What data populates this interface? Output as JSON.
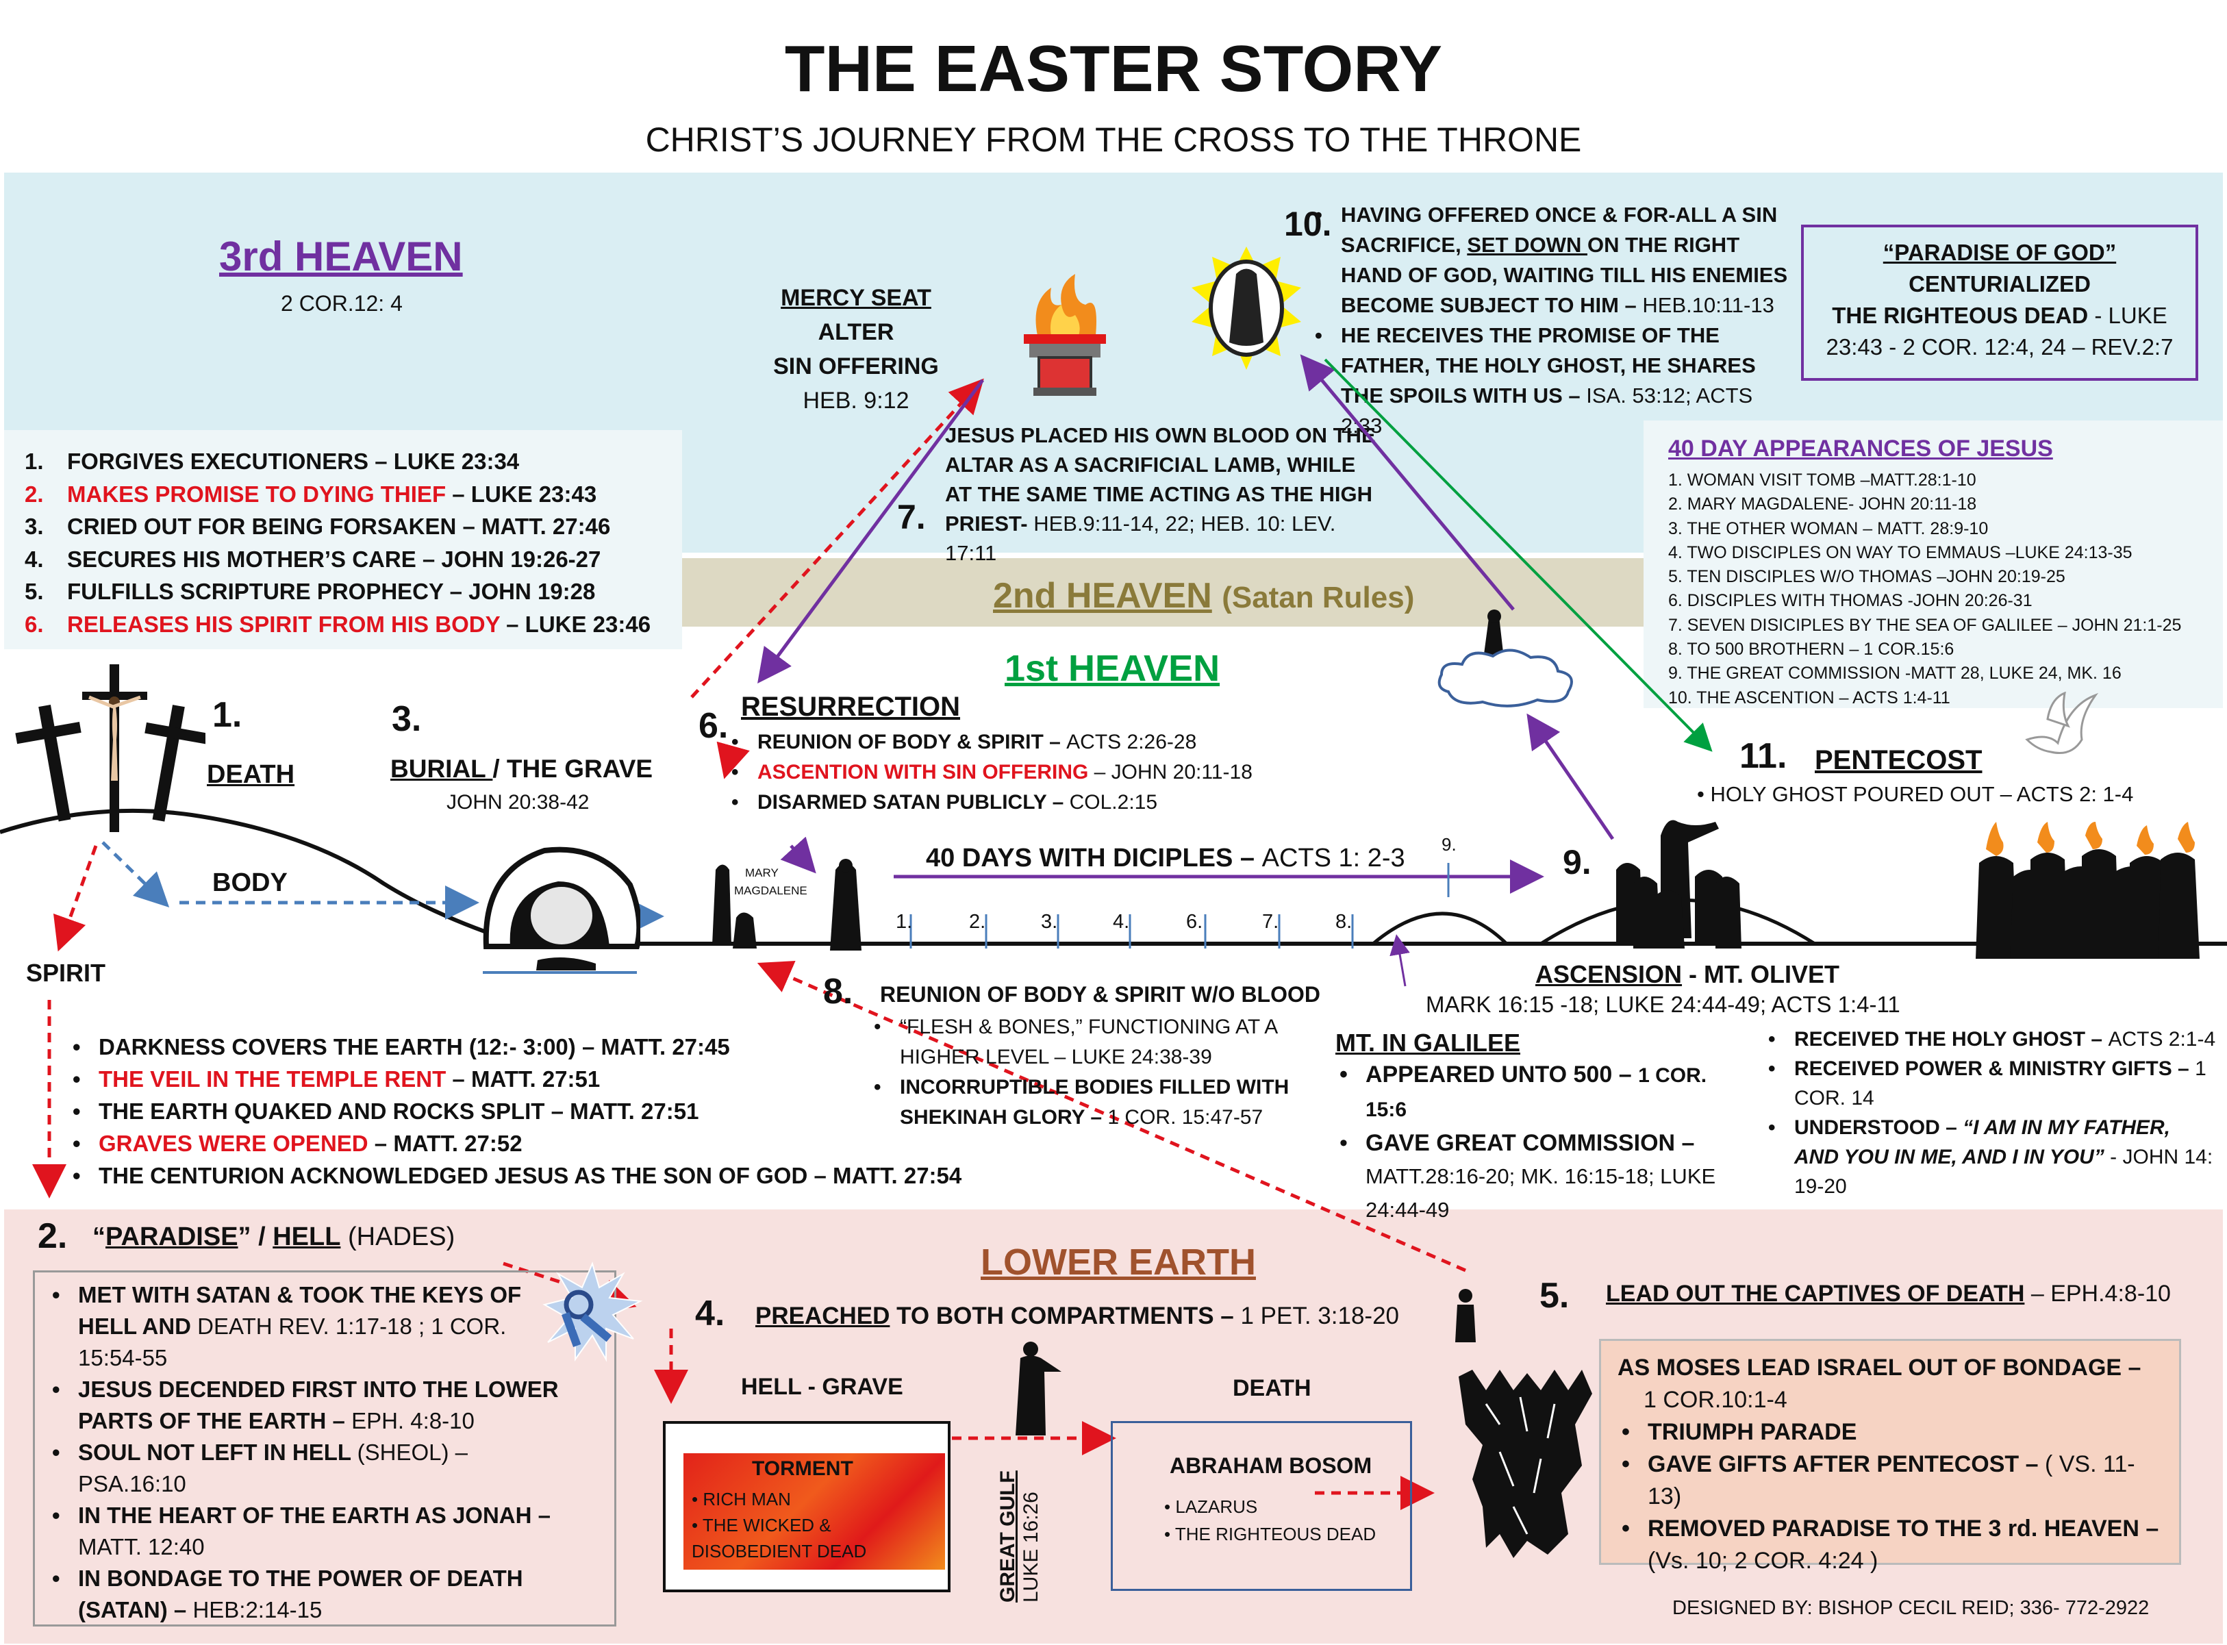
{
  "title": "THE EASTER STORY",
  "subtitle": "CHRIST’S JOURNEY FROM THE CROSS TO THE THRONE",
  "third_heaven": {
    "label": "3rd HEAVEN",
    "ref": "2 COR.12: 4"
  },
  "second_heaven": {
    "label": "2nd HEAVEN",
    "suffix": "(Satan Rules)"
  },
  "first_heaven": {
    "label": "1st HEAVEN"
  },
  "mercy_seat": {
    "line1": "MERCY SEAT",
    "line2": "ALTER",
    "line3": "SIN OFFERING",
    "ref": "HEB. 9:12"
  },
  "step10": {
    "num": "10.",
    "b1": "HAVING OFFERED ONCE & FOR-ALL A SIN SACRIFICE, ",
    "b1u": "SET DOWN ",
    "b1c": "ON THE RIGHT HAND OF GOD, WAITING TILL HIS ENEMIES BECOME SUBJECT TO HIM – ",
    "b1r": "HEB.10:11-13",
    "b2": "HE RECEIVES THE PROMISE OF THE FATHER, THE HOLY GHOST, HE SHARES THE SPOILS WITH US – ",
    "b2r": "ISA. 53:12;  ACTS 2:33"
  },
  "paradise_box": {
    "l1": "“PARADISE OF GOD”",
    "l2": "CENTURIALIZED",
    "l3": "THE RIGHTEOUS DEAD",
    "l3r": " - LUKE",
    "l4": "23:43 - 2 COR. 12:4, 24 – REV.2:7"
  },
  "cross_sayings": [
    {
      "n": "1.",
      "t": "FORGIVES EXECUTIONERS – LUKE 23:34",
      "red": false
    },
    {
      "n": "2.",
      "t": "MAKES PROMISE TO DYING THIEF",
      "r": " – LUKE 23:43",
      "red": true
    },
    {
      "n": "3.",
      "t": "CRIED OUT FOR BEING FORSAKEN – MATT. 27:46",
      "red": false
    },
    {
      "n": "4.",
      "t": "SECURES HIS MOTHER’S CARE –  JOHN 19:26-27",
      "red": false
    },
    {
      "n": "5.",
      "t": "FULFILLS SCRIPTURE PROPHECY – JOHN 19:28",
      "red": false
    },
    {
      "n": "6.",
      "t": "RELEASES HIS SPIRIT FROM HIS BODY",
      "r": " – LUKE 23:46",
      "red": true
    }
  ],
  "step7": {
    "num": "7.",
    "text": "JESUS PLACED HIS  OWN BLOOD ON THE ALTAR AS A SACRIFICIAL LAMB, WHILE AT THE SAME TIME ACTING AS THE HIGH PRIEST- ",
    "ref": "HEB.9:11-14, 22; HEB. 10: LEV. 17:11"
  },
  "appearances": {
    "title": "40 DAY APPEARANCES OF JESUS",
    "items": [
      "1.  WOMAN VISIT TOMB –MATT.28:1-10",
      "2.   MARY MAGDALENE- JOHN 20:11-18",
      "3.   THE OTHER WOMAN – MATT. 28:9-10",
      "4.   TWO DISCIPLES  ON WAY TO EMMAUS –LUKE 24:13-35",
      "5.   TEN DISCIPLES  W/O THOMAS –JOHN 20:19-25",
      "6.   DISCIPLES WITH THOMAS  -JOHN 20:26-31",
      "7.   SEVEN DISICIPLES  BY THE SEA OF GALILEE – JOHN 21:1-25",
      "8.   TO 500 BROTHERN – 1 COR.15:6",
      "9.   THE GREAT COMMISSION -MATT 28, LUKE  24, MK. 16",
      "10.    THE ASCENTION – ACTS  1:4-11"
    ]
  },
  "step1": {
    "num": "1.",
    "label": "DEATH"
  },
  "step3": {
    "num": "3.",
    "label": "BURIAL ",
    "label2": "/ THE GRAVE",
    "ref": "JOHN 20:38-42"
  },
  "step6": {
    "num": "6.",
    "title": "RESURRECTION",
    "b1": "REUNION  OF BODY & SPIRIT – ",
    "b1r": "ACTS 2:26-28",
    "b2": "ASCENTION WITH SIN OFFERING",
    "b2r": " – JOHN 20:11-18",
    "b3": "DISARMED SATAN PUBLICLY – ",
    "b3r": "COL.2:15"
  },
  "step11": {
    "num": "11.",
    "title": "PENTECOST",
    "text": "• HOLY GHOST POURED OUT – ACTS 2: 1-4"
  },
  "body_label": "BODY",
  "spirit_label": "SPIRIT",
  "mary_label1": "MARY",
  "mary_label2": "MAGDALENE",
  "forty_days": {
    "text": "40 DAYS WITH DICIPLES – ",
    "ref": "ACTS 1: 2-3",
    "ticks": [
      "1.",
      "2.",
      "3.",
      "4.",
      "6.",
      "7.",
      "8."
    ],
    "nine": "9."
  },
  "step9": {
    "num": "9."
  },
  "ascension": {
    "title": "ASCENSION",
    "suffix": " - MT. OLIVET",
    "ref": "MARK 16:15 -18; LUKE 24:44-49; ACTS 1:4-11"
  },
  "step8": {
    "num": "8.",
    "title": "REUNION  OF BODY & SPIRIT W/O BLOOD",
    "b1": "“FLESH & BONES,” FUNCTIONING AT A HIGHER LEVEL – ",
    "b1r": "LUKE 24:38-39",
    "b2": "INCORRUPTIBLE BODIES FILLED WITH SHEKINAH GLORY – ",
    "b2r": "1 COR. 15:47-57"
  },
  "galilee": {
    "title": "MT. IN GALILEE",
    "b1": "APPEARED UNTO 500 – ",
    "b1r": "1 COR. 15:6",
    "b2": "GAVE GREAT COMMISSION –",
    "b2r": "MATT.28:16-20; MK.  16:15-18; LUKE 24:44-49"
  },
  "received": {
    "b1": "RECEIVED THE HOLY GHOST – ",
    "b1r": "ACTS 2:1-4",
    "b2": "RECEIVED POWER & MINISTRY GIFTS – ",
    "b2r": "1 COR. 14",
    "b3": "UNDERSTOOD – ",
    "b3i": "“I AM IN MY FATHER, AND YOU IN ME, AND I IN YOU”",
    "b3r": " -  JOHN 14: 19-20"
  },
  "events": [
    {
      "t": "DARKNESS COVERS THE EARTH (12:- 3:00) – MATT. 27:45",
      "red": false
    },
    {
      "t": "THE VEIL IN THE TEMPLE RENT",
      "r": " – MATT. 27:51",
      "red": true
    },
    {
      "t": "THE EARTH QUAKED AND ROCKS SPLIT – MATT. 27:51",
      "red": false
    },
    {
      "t": "GRAVES WERE OPENED",
      "r": " – MATT. 27:52",
      "red": true
    },
    {
      "t": "THE CENTURION ACKNOWLEDGED JESUS AS THE SON OF GOD – MATT. 27:54",
      "red": false
    }
  ],
  "step2": {
    "num": "2.",
    "p1": "“",
    "p2": "PARADISE",
    "p3": "” / ",
    "p4": "HELL",
    "p5": " (HADES)"
  },
  "step2_items": [
    {
      "t": "MET WITH SATAN & TOOK THE KEYS OF HELL AND ",
      "r": "DEATH   REV. 1:17-18 ; 1 COR. 15:54-55"
    },
    {
      "t": "JESUS DECENDED FIRST INTO  THE LOWER PARTS OF THE EARTH – ",
      "r": "EPH. 4:8-10"
    },
    {
      "t": "SOUL NOT LEFT IN HELL ",
      "r": "(SHEOL) – PSA.16:10"
    },
    {
      "t": "IN THE HEART OF THE EARTH AS JONAH – ",
      "r": "MATT. 12:40"
    },
    {
      "t": "IN BONDAGE TO THE POWER OF DEATH (SATAN) – ",
      "r": "HEB:2:14-15"
    }
  ],
  "lower_earth": "LOWER EARTH",
  "step4": {
    "num": "4.",
    "t": "PREACHED",
    "t2": " TO BOTH COMPARTMENTS – ",
    "r": "1 PET. 3:18-20"
  },
  "hell_grave": "HELL - GRAVE",
  "death_label": "DEATH",
  "torment": {
    "title": "TORMENT",
    "i1": "RICH MAN",
    "i2": "THE WICKED & DISOBEDIENT DEAD"
  },
  "gulf": {
    "t": "GREAT GULF",
    "r": "LUKE 16:26"
  },
  "abraham": {
    "title": "ABRAHAM BOSOM",
    "i1": "LAZARUS",
    "i2": "THE RIGHTEOUS DEAD"
  },
  "step5": {
    "num": "5.",
    "t": "LEAD OUT THE CAPTIVES OF DEATH",
    "r": " – EPH.4:8-10"
  },
  "moses_box": {
    "b1": "AS MOSES LEAD ISRAEL OUT OF BONDAGE –",
    "b1r": "1 COR.10:1-4",
    "b2": "TRIUMPH PARADE",
    "b3": "GAVE GIFTS AFTER PENTECOST – ",
    "b3r": "( VS. 11-13)",
    "b4": "REMOVED PARADISE TO THE 3 rd. HEAVEN –",
    "b4r": "(Vs. 10; 2 COR. 4:24 )"
  },
  "credit": "DESIGNED BY: BISHOP CECIL REID;  336- 772-2922",
  "colors": {
    "heaven3": "#daeef3",
    "heaven2": "#ddd9c3",
    "lower": "#f7e1df",
    "purple": "#7030a0",
    "red": "#e0141e",
    "green": "#00a040",
    "brown": "#a0522d"
  }
}
